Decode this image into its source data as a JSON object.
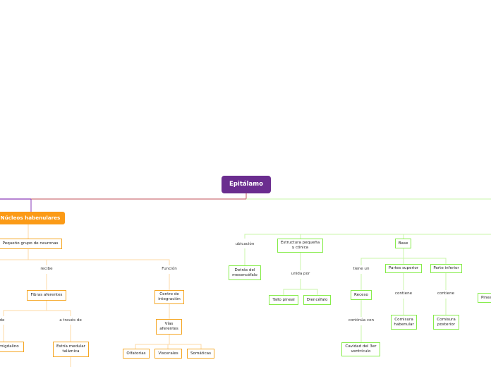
{
  "colors": {
    "root": "#6b2d8f",
    "purple_link": "#8a3bb8",
    "orange": "#f5a623",
    "orange_light": "#fdd9a6",
    "green": "#86ec4a",
    "green_light": "#c8f4a8",
    "red_link": "#c0505a"
  },
  "root": {
    "label": "Epitálamo"
  },
  "habenular": {
    "title": "Núcleos habenulares",
    "group": "Pequeño grupo de neuronas",
    "recibe": "recibe",
    "funcion": "Función",
    "fibras": "Fibras aferentes",
    "de": "de",
    "a_traves_de": "a través de",
    "amigdalino": "Amigdalino",
    "estria": "Estría medular\ntalámica",
    "centro": "Centro de\nintegración",
    "vias": "Vías\naferentes",
    "olfatorias": "Olfatorias",
    "viscerales": "Viscerales",
    "somaticas": "Somáticas"
  },
  "pineal": {
    "ubicacion": "ubicación",
    "detras": "Detrás del\nmesencéfalo",
    "estructura": "Estructura pequeña\ny cónica",
    "unida_por": "unida por",
    "tallo": "Tallo pineal",
    "diencefalo": "Diencéfalo",
    "base": "Base",
    "tiene_un": "tiene un",
    "receso": "Receso",
    "continua_con": "continúa con",
    "cavidad": "Cavidad del 3er\nventrículo",
    "partes_superior": "Partes superior",
    "contiene_1": "contiene",
    "comisura_habenular": "Comisura\nhabenular",
    "parte_inferior": "Parte inferior",
    "contiene_2": "contiene",
    "comisura_posterior": "Comisura\nposterior",
    "pinea": "Pinea"
  }
}
